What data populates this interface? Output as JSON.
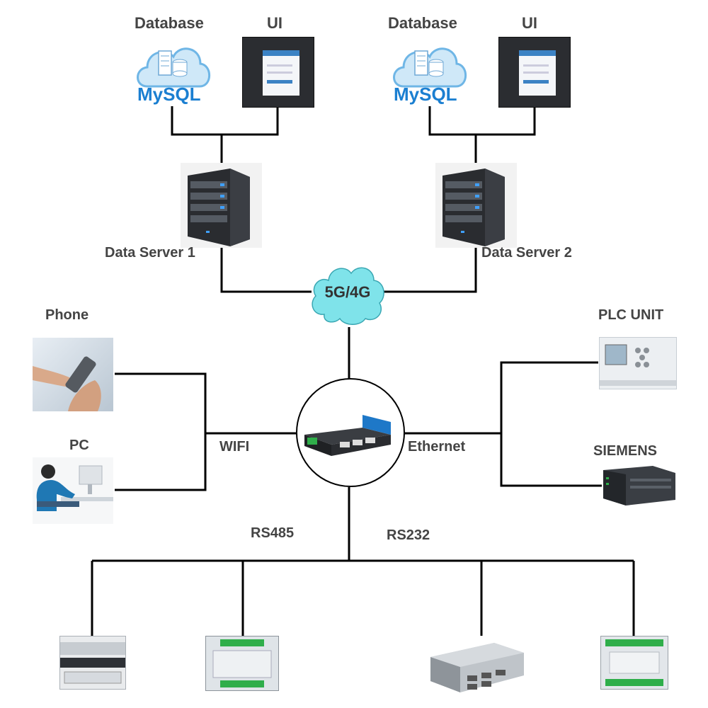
{
  "labels": {
    "db_left": "Database",
    "ui_left": "UI",
    "db_right": "Database",
    "ui_right": "UI",
    "mysql_left": "MySQL",
    "mysql_right": "MySQL",
    "server1": "Data Server 1",
    "server2": "Data Server 2",
    "cloud": "5G/4G",
    "phone": "Phone",
    "pc": "PC",
    "wifi": "WIFI",
    "ethernet": "Ethernet",
    "plc_unit": "PLC UNIT",
    "siemens": "SIEMENS",
    "rs485": "RS485",
    "rs232": "RS232"
  },
  "colors": {
    "wire": "#000000",
    "label": "#444444",
    "cloud_fill": "#7fe3ea",
    "cloud_stroke": "#3aa7b3",
    "mysql_blue": "#1b7fd1",
    "server_dark": "#1f2124",
    "router_blue": "#1e78c8"
  },
  "icons": {
    "database": "mysql-cloud-icon",
    "ui": "login-screen-icon",
    "server": "server-tower-icon",
    "cloud": "network-cloud-icon",
    "router": "industrial-router-icon",
    "phone": "smartphone-hand-icon",
    "pc": "person-at-computer-icon",
    "plc": "plc-unit-icon",
    "siemens": "siemens-plc-icon",
    "field_devices": [
      "io-module-icon",
      "terminal-module-icon",
      "rs232-splitter-icon",
      "io-controller-icon"
    ]
  }
}
